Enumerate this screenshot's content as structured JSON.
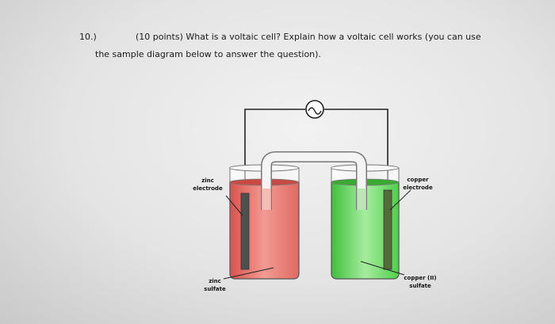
{
  "question": {
    "number": "10.)",
    "line1": "(10 points) What is a voltaic cell? Explain how a voltaic cell works (you can use",
    "line2": "the sample diagram below to answer the question)."
  },
  "diagram": {
    "labels": {
      "zinc_electrode_1": "zinc",
      "zinc_electrode_2": "electrode",
      "copper_electrode_1": "copper",
      "copper_electrode_2": "electrode",
      "zinc_sulfate_1": "zinc",
      "zinc_sulfate_2": "sulfate",
      "copper_sulfate_1": "copper (II)",
      "copper_sulfate_2": "sulfate"
    },
    "colors": {
      "zinc_solution": "#e8837c",
      "copper_solution": "#6fd66a",
      "wire": "#222222",
      "electrode": "#555555"
    },
    "meter_icon": "voltmeter-icon"
  }
}
